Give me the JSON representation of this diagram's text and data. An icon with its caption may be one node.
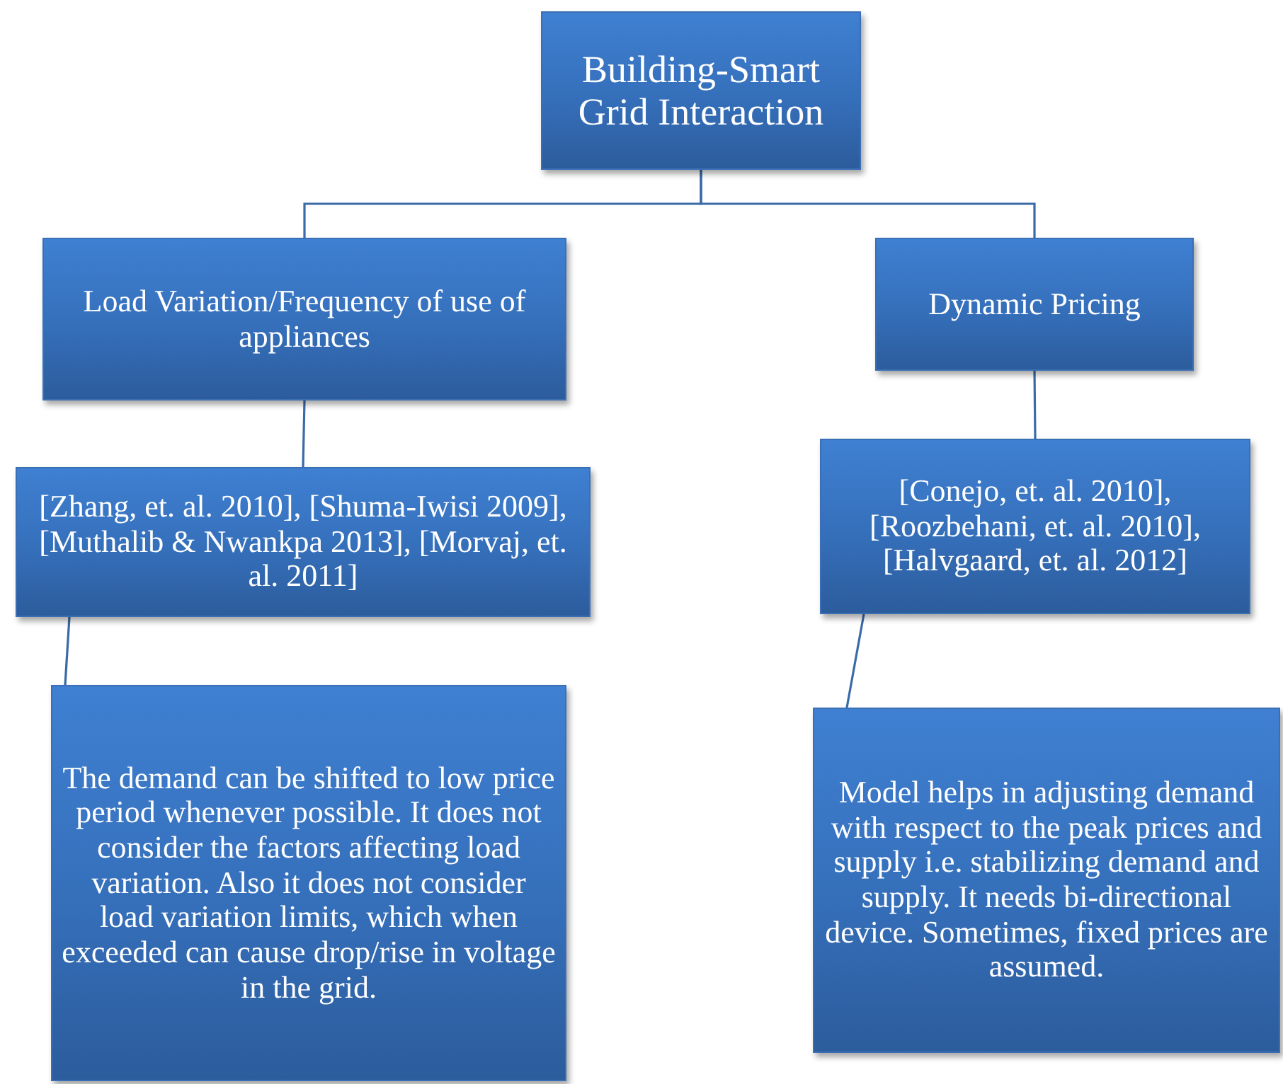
{
  "diagram": {
    "nodes": [
      {
        "text": [
          "Building-Smart Grid Interaction"
        ]
      },
      {
        "text": [
          "Load Variation/Frequency of use of appliances"
        ]
      },
      {
        "text": [
          "Dynamic Pricing"
        ]
      },
      {
        "text": [
          "[Zhang, et. al. 2010], [Shuma-Iwisi 2009], [Muthalib & Nwankpa 2013], [Morvaj, et. al. 2011]"
        ]
      },
      {
        "text": [
          "[Conejo, et. al. 2010], [Roozbehani, et. al. 2010], [Halvgaard, et. al. 2012]"
        ]
      },
      {
        "text": [
          "The demand can be shifted to low price period whenever possible. It does not consider the factors affecting load variation. Also it does not consider load variation limits, which when exceeded can cause drop/rise in voltage in the grid."
        ]
      },
      {
        "text": [
          "Model helps in adjusting demand with respect to the peak prices and supply i.e. stabilizing demand and supply. It needs bi-directional device. Sometimes, fixed prices are assumed."
        ]
      }
    ],
    "edges": [
      {
        "from": 0,
        "to": 1,
        "arrow": "none"
      },
      {
        "from": 0,
        "to": 2,
        "arrow": "none"
      },
      {
        "from": 1,
        "to": 3,
        "arrow": "none"
      },
      {
        "from": 2,
        "to": 4,
        "arrow": "none"
      },
      {
        "from": 3,
        "to": 5,
        "arrow": "none"
      },
      {
        "from": 4,
        "to": 6,
        "arrow": "none"
      }
    ]
  }
}
